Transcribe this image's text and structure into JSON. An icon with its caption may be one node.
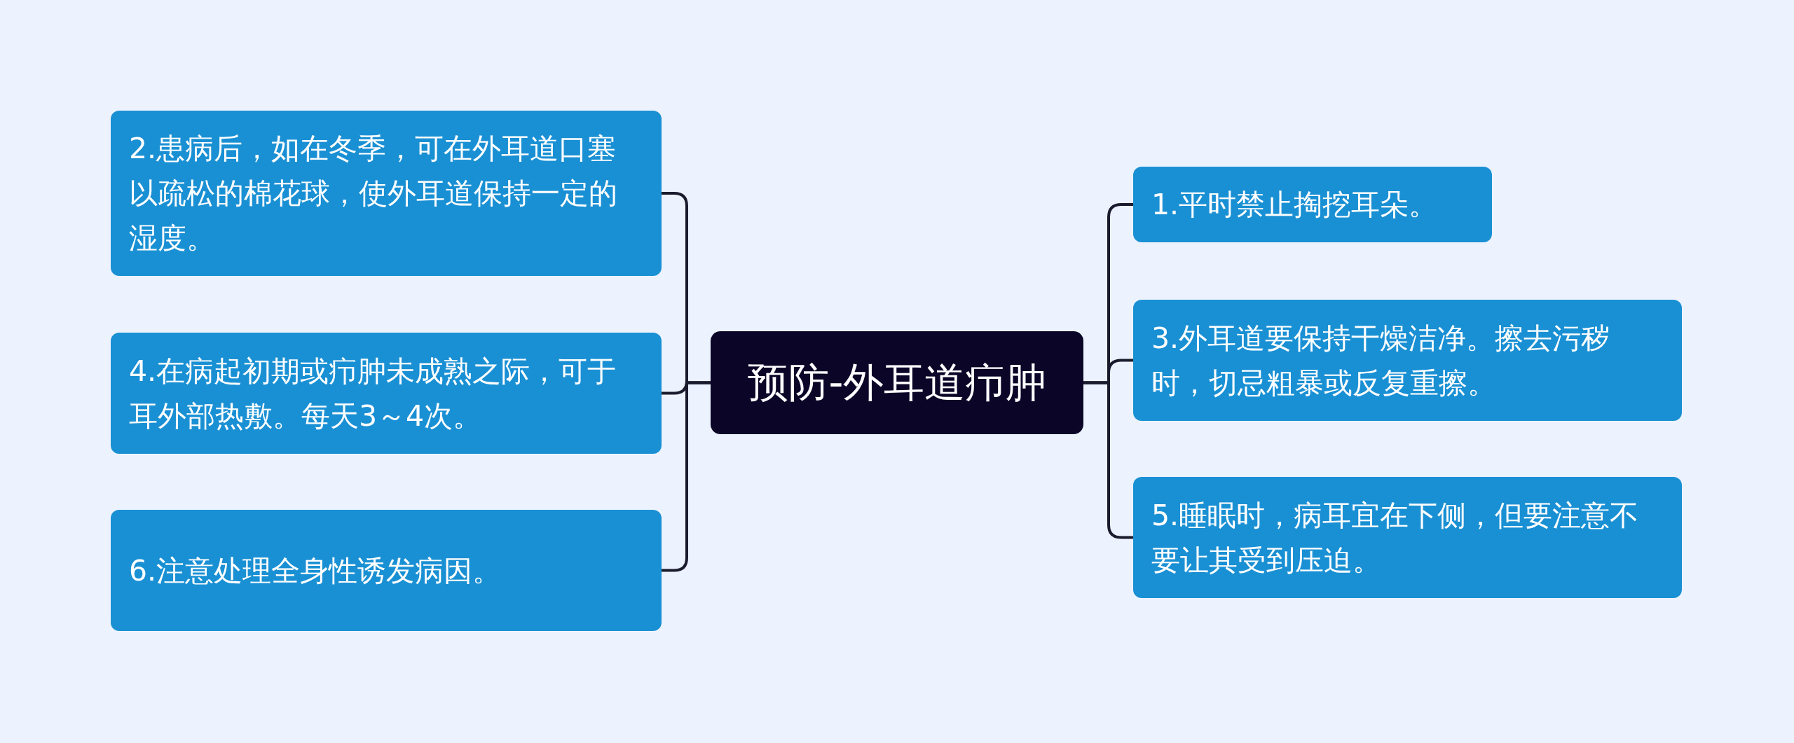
{
  "diagram": {
    "nodes": [
      {
        "text": [
          "预防-外耳道疖肿"
        ]
      },
      {
        "text": [
          "2.患病后，如在冬季，可在外耳道口塞以疏松的棉花球，使外耳道保持一定的湿度。"
        ]
      },
      {
        "text": [
          "4.在病起初期或疖肿未成熟之际，可于耳外部热敷。每天3～4次。"
        ]
      },
      {
        "text": [
          "6.注意处理全身性诱发病因。"
        ]
      },
      {
        "text": [
          "1.平时禁止掏挖耳朵。"
        ]
      },
      {
        "text": [
          "3.外耳道要保持干燥洁净。擦去污秽时，切忌粗暴或反复重擦。"
        ]
      },
      {
        "text": [
          "5.睡眠时，病耳宜在下侧，但要注意不要让其受到压迫。"
        ]
      }
    ],
    "edges": [
      {
        "from": 0,
        "to": 1,
        "arrow": "none"
      },
      {
        "from": 0,
        "to": 2,
        "arrow": "none"
      },
      {
        "from": 0,
        "to": 3,
        "arrow": "none"
      },
      {
        "from": 0,
        "to": 4,
        "arrow": "none"
      },
      {
        "from": 0,
        "to": 5,
        "arrow": "none"
      },
      {
        "from": 0,
        "to": 6,
        "arrow": "none"
      }
    ]
  }
}
